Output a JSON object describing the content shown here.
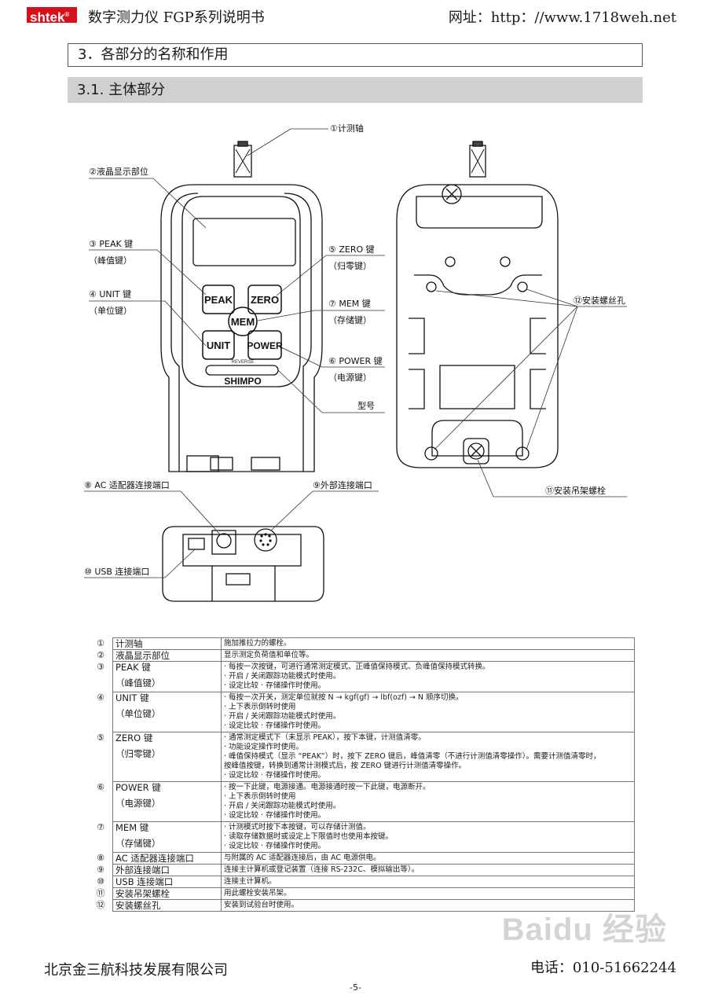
{
  "header": {
    "logo": "shtek",
    "title": "数字测力仪 FGP系列说明书",
    "url": "网址：http：//www.1718weh.net"
  },
  "section3_title": "3．各部分的名称和作用",
  "section31_title": "3.1. 主体部分",
  "diagram": {
    "buttons": {
      "peak": "PEAK",
      "zero": "ZERO",
      "mem": "MEM",
      "unit": "UNIT",
      "power": "POWER"
    },
    "reverse_label": "REVERSE",
    "brand": "SHIMPO",
    "labels": {
      "l1": "①计测轴",
      "l2": "②液晶显示部位",
      "l3": "③ PEAK 键",
      "l3b": "（峰值键）",
      "l4": "④ UNIT 键",
      "l4b": "（单位键）",
      "l5": "⑤ ZERO 键",
      "l5b": "（归零键）",
      "l7": "⑦ MEM 键",
      "l7b": "（存储键）",
      "l6": "⑥ POWER 键",
      "l6b": "（电源键）",
      "model": "型号",
      "l12": "⑫安装螺丝孔",
      "l11": "⑪安装吊架螺栓",
      "l8": "⑧ AC 适配器连接端口",
      "l9": "⑨外部连接端口",
      "l10": "⑩ USB 连接端口"
    }
  },
  "table": {
    "rows": [
      {
        "num": "①",
        "name": [
          "计测轴"
        ],
        "desc": [
          "施加推拉力的螺栓。"
        ]
      },
      {
        "num": "②",
        "name": [
          "液晶显示部位"
        ],
        "desc": [
          "显示测定负荷值和单位等。"
        ]
      },
      {
        "num": "③",
        "name": [
          "PEAK 键",
          "（峰值键）"
        ],
        "desc": [
          "· 每按一次按键，可进行通常测定模式、正峰值保持模式、负峰值保持模式转换。",
          "· 开启 / 关闭跟踪功能模式时使用。",
          "· 设定比较 · 存储操作时使用。"
        ]
      },
      {
        "num": "④",
        "name": [
          "UNIT 键",
          "（单位键）"
        ],
        "desc": [
          "· 每按一次开关，测定单位就按 N → kgf(gf) → lbf(ozf) → N 顺序切换。",
          "· 上下表示倒转时使用",
          "· 开启 / 关闭跟踪功能模式时使用。",
          "· 设定比较 · 存储操作时使用。"
        ]
      },
      {
        "num": "⑤",
        "name": [
          "ZERO 键",
          "（归零键）"
        ],
        "desc": [
          "· 通常测定模式下（未显示 PEAK），按下本键，计测值清零。",
          "· 功能设定操作时使用。",
          "· 峰值保持模式（显示 “PEAK”）时，按下 ZERO 键后，峰值清零（不进行计测值清零操作）。需要计测值清零时，",
          "按峰值按键，转换到通常计测模式后，按 ZERO 键进行计测值清零操作。",
          "· 设定比较 · 存储操作时使用。"
        ]
      },
      {
        "num": "⑥",
        "name": [
          "POWER 键",
          "（电源键）"
        ],
        "desc": [
          "· 按一下此键，电源接通。电源接通时按一下此键，电源断开。",
          "· 上下表示倒转时使用",
          "· 开启 / 关闭跟踪功能模式时使用。",
          "· 设定比较 · 存储操作时使用。"
        ]
      },
      {
        "num": "⑦",
        "name": [
          "MEM 键",
          "（存储键）"
        ],
        "desc": [
          "· 计测模式时按下本按键，可以存储计测值。",
          "· 读取存储数据时或设定上下限值时也使用本按键。",
          "· 设定比较 · 存储操作时使用。"
        ]
      },
      {
        "num": "⑧",
        "name": [
          "AC 适配器连接端口"
        ],
        "desc": [
          "与附属的 AC 适配器连接后，由 AC 电源供电。"
        ]
      },
      {
        "num": "⑨",
        "name": [
          "外部连接端口"
        ],
        "desc": [
          "连接主计算机或登记装置（连接 RS-232C、模拟输出等）。"
        ]
      },
      {
        "num": "⑩",
        "name": [
          "USB 连接端口"
        ],
        "desc": [
          "连接主计算机。"
        ]
      },
      {
        "num": "⑪",
        "name": [
          "安装吊架螺栓"
        ],
        "desc": [
          "用此螺栓安装吊架。"
        ]
      },
      {
        "num": "⑫",
        "name": [
          "安装螺丝孔"
        ],
        "desc": [
          "安装到试验台时使用。"
        ]
      }
    ]
  },
  "footer": {
    "company": "北京金三航科技发展有限公司",
    "phone": "电话：010-51662244",
    "page": "-5-"
  },
  "watermark": "Baidu 经验"
}
